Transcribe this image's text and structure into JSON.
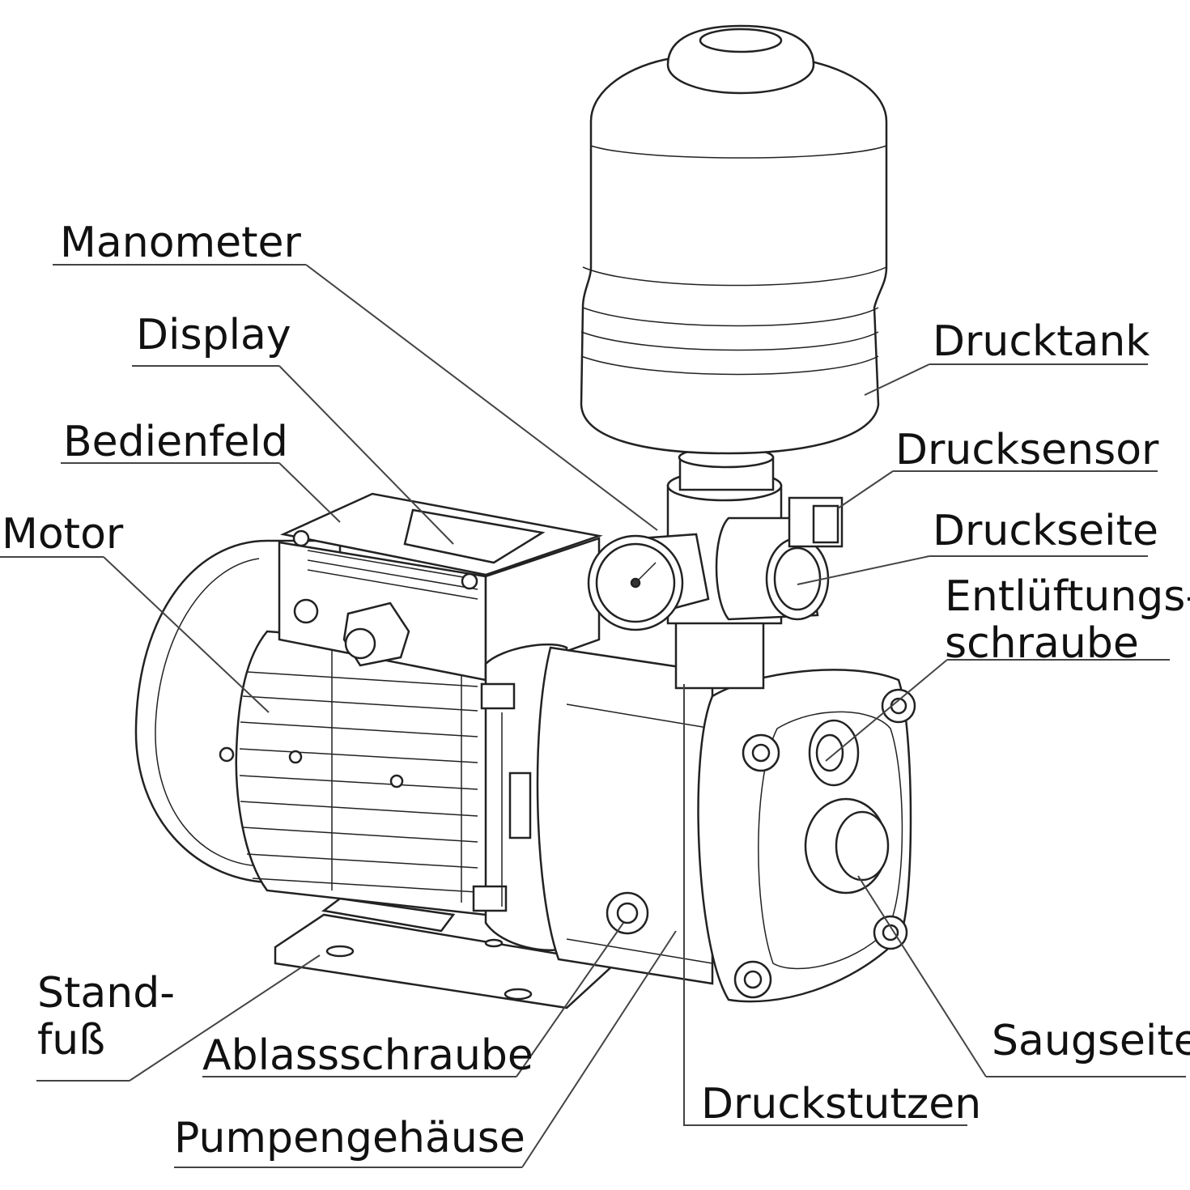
{
  "labels": {
    "manometer": "Manometer",
    "display": "Display",
    "bedienfeld": "Bedienfeld",
    "motor": "Motor",
    "drucktank": "Drucktank",
    "drucksensor": "Drucksensor",
    "druckseite": "Druckseite",
    "entlueftung_line1": "Entlüftungs-",
    "entlueftung_line2": "schraube",
    "standfuss_line1": "Stand-",
    "standfuss_line2": "fuß",
    "ablassschraube": "Ablassschraube",
    "pumpengehaeuse": "Pumpengehäuse",
    "druckstutzen": "Druckstutzen",
    "saugseite": "Saugseite"
  }
}
